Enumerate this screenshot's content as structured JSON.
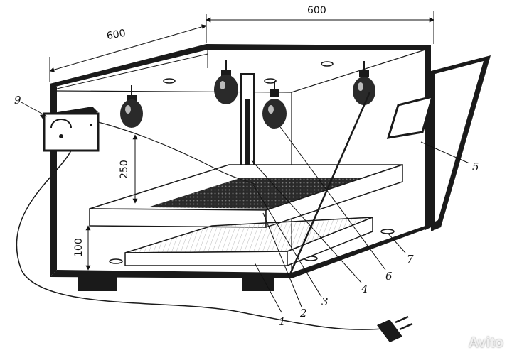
{
  "dimensions": {
    "top_depth": "600",
    "top_width": "600",
    "lamp_height": "250",
    "tray_height": "100"
  },
  "labels": {
    "n1": "1",
    "n2": "2",
    "n3": "3",
    "n4": "4",
    "n5": "5",
    "n6": "6",
    "n7": "7",
    "n9": "9"
  },
  "watermark": "Avito"
}
